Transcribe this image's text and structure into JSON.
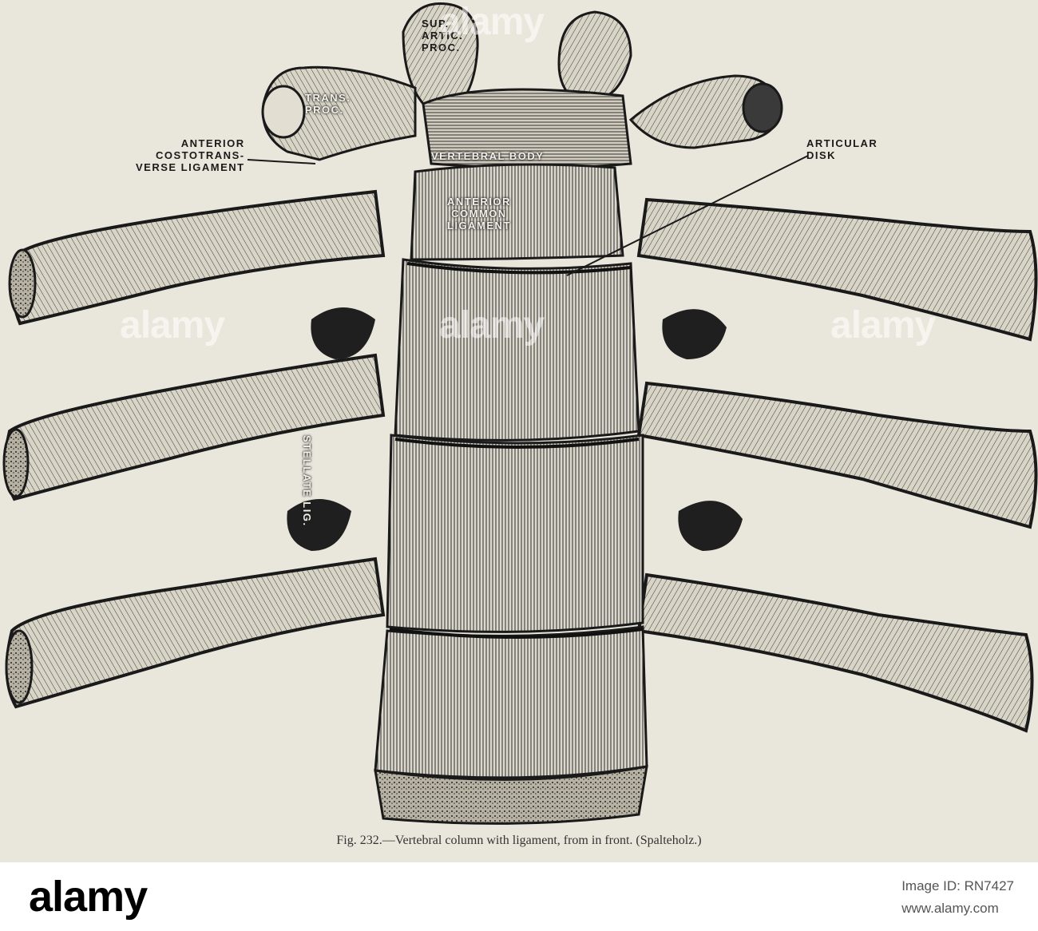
{
  "figure": {
    "caption": "Fig. 232.—Vertebral column with ligament, from in front. (Spalteholz.)",
    "labels": {
      "sup_artic_proc": [
        "SUP.",
        "ARTIC.",
        "PROC."
      ],
      "trans_proc": [
        "TRANS.",
        "PROC."
      ],
      "anterior_costotransverse": [
        "ANTERIOR",
        "COSTOTRANS-",
        "VERSE LIGAMENT"
      ],
      "vertebral_body": "VERTEBRAL BODY",
      "articular_disk": [
        "ARTICULAR",
        "DISK"
      ],
      "anterior_common_ligament": [
        "ANTERIOR",
        "COMMON",
        "LIGAMENT"
      ],
      "stellate_lig": "STELLATE LIG."
    }
  },
  "watermark": {
    "text": "alamy"
  },
  "footer": {
    "brand": "alamy",
    "image_id_line": "Image ID: RN7427",
    "site": "www.alamy.com"
  },
  "colors": {
    "paper": "#e9e6dc",
    "ink": "#1a1a1a"
  }
}
